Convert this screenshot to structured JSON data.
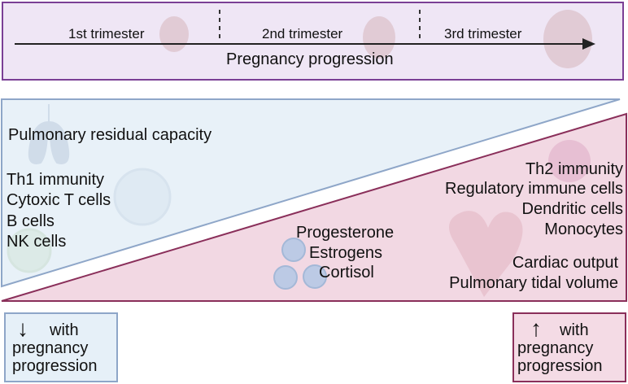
{
  "timeline": {
    "stages": [
      "1st trimester",
      "2nd trimester",
      "3rd trimester"
    ],
    "axis_label": "Pregnancy progression"
  },
  "decreasing": {
    "top_label": "Pulmonary residual capacity",
    "items": [
      "Th1 immunity",
      "Cytoxic T cells",
      "B cells",
      "NK cells"
    ]
  },
  "hormones": [
    "Progesterone",
    "Estrogens",
    "Cortisol"
  ],
  "increasing": {
    "immune": [
      "Th2 immunity",
      "Regulatory immune cells",
      "Dendritic cells",
      "Monocytes"
    ],
    "physiology": [
      "Cardiac output",
      "Pulmonary tidal volume"
    ]
  },
  "legend": {
    "down": {
      "arrow": "↓",
      "word": "with",
      "line2": "pregnancy",
      "line3": "progression"
    },
    "up": {
      "arrow": "↑",
      "word": "with",
      "line2": "pregnancy",
      "line3": "progression"
    }
  },
  "colors": {
    "timeline_border": "#7a3f95",
    "timeline_fill": "#efe6f5",
    "decrease_fill": "#e8f1f8",
    "decrease_border": "#8ea6c8",
    "increase_fill": "#f2d8e3",
    "increase_border": "#8a2f5a"
  }
}
